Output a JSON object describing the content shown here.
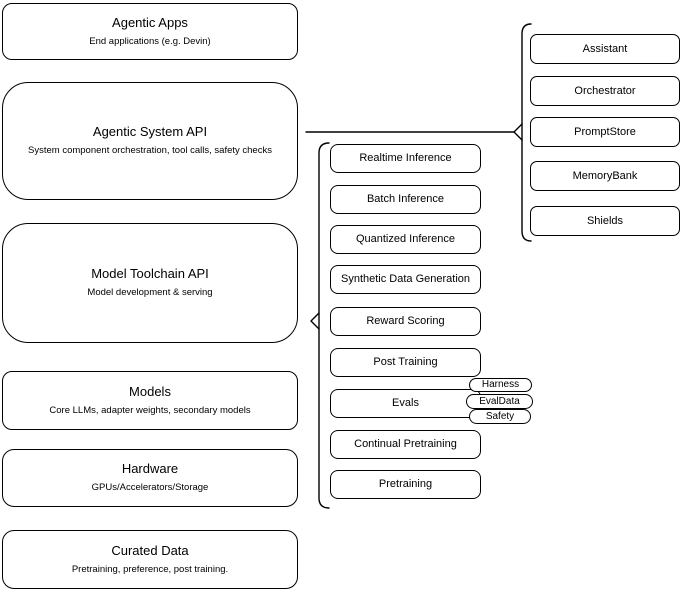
{
  "diagram": {
    "left_stack": [
      {
        "title": "Agentic Apps",
        "subtitle": "End applications (e.g. Devin)"
      },
      {
        "title": "Agentic System API",
        "subtitle": "System component orchestration, tool calls, safety checks"
      },
      {
        "title": "Model Toolchain API",
        "subtitle": "Model development & serving"
      },
      {
        "title": "Models",
        "subtitle": "Core LLMs, adapter weights, secondary models"
      },
      {
        "title": "Hardware",
        "subtitle": "GPUs/Accelerators/Storage"
      },
      {
        "title": "Curated Data",
        "subtitle": "Pretraining, preference, post training."
      }
    ],
    "toolchain_stack": [
      "Realtime Inference",
      "Batch Inference",
      "Quantized Inference",
      "Synthetic Data Generation",
      "Reward Scoring",
      "Post Training",
      "Evals",
      "Continual Pretraining",
      "Pretraining"
    ],
    "eval_pills": [
      "Harness",
      "EvalData",
      "Safety"
    ],
    "system_stack": [
      "Assistant",
      "Orchestrator",
      "PromptStore",
      "MemoryBank",
      "Shields"
    ],
    "colors": {
      "stroke": "#000000",
      "background": "#ffffff",
      "text": "#000000"
    }
  }
}
